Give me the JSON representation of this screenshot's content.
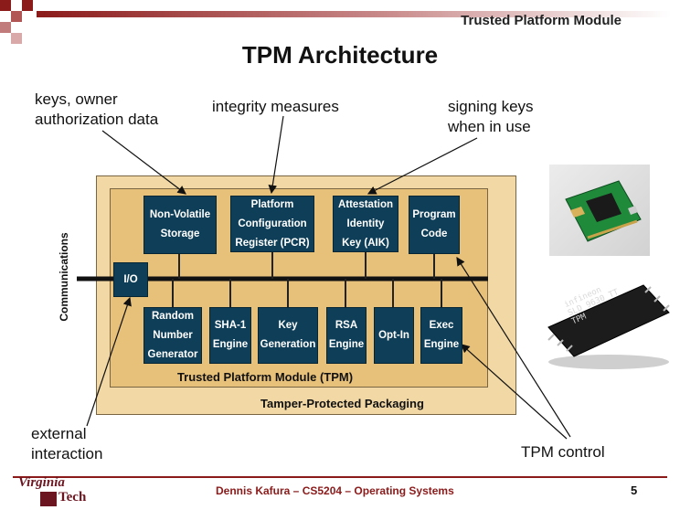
{
  "header": {
    "title": "Trusted Platform Module"
  },
  "slide": {
    "title": "TPM Architecture"
  },
  "annotations": {
    "keys": [
      "keys, owner",
      "authorization data"
    ],
    "integrity": "integrity measures",
    "signing": [
      "signing keys",
      "when in use"
    ],
    "external": [
      "external",
      "interaction"
    ],
    "tpm_control": "TPM control"
  },
  "diagram": {
    "communications_label": "Communications",
    "io_label": "I/O",
    "top_boxes": [
      [
        "Non-Volatile",
        "Storage"
      ],
      [
        "Platform",
        "Configuration",
        "Register (PCR)"
      ],
      [
        "Attestation",
        "Identity",
        "Key (AIK)"
      ],
      [
        "Program",
        "Code"
      ]
    ],
    "bottom_boxes": [
      [
        "Random",
        "Number",
        "Generator"
      ],
      [
        "SHA-1",
        "Engine"
      ],
      [
        "Key",
        "Generation"
      ],
      [
        "RSA",
        "Engine"
      ],
      [
        "Opt-In"
      ],
      [
        "Exec",
        "Engine"
      ]
    ],
    "tpm_caption": "Trusted Platform Module (TPM)",
    "packaging_caption": "Tamper-Protected Packaging"
  },
  "chip_marking": [
    "infineon",
    "SLD 9630 TT",
    "TPM"
  ],
  "footer": {
    "logo_top": "Virginia",
    "logo_bottom": "Tech",
    "text": "Dennis Kafura – CS5204 – Operating Systems",
    "page": "5"
  },
  "colors": {
    "box": "#0f3f58",
    "packaging": "#f1d8a5",
    "tpm": "#e7c07a",
    "footer_red": "#8b1a1a"
  }
}
